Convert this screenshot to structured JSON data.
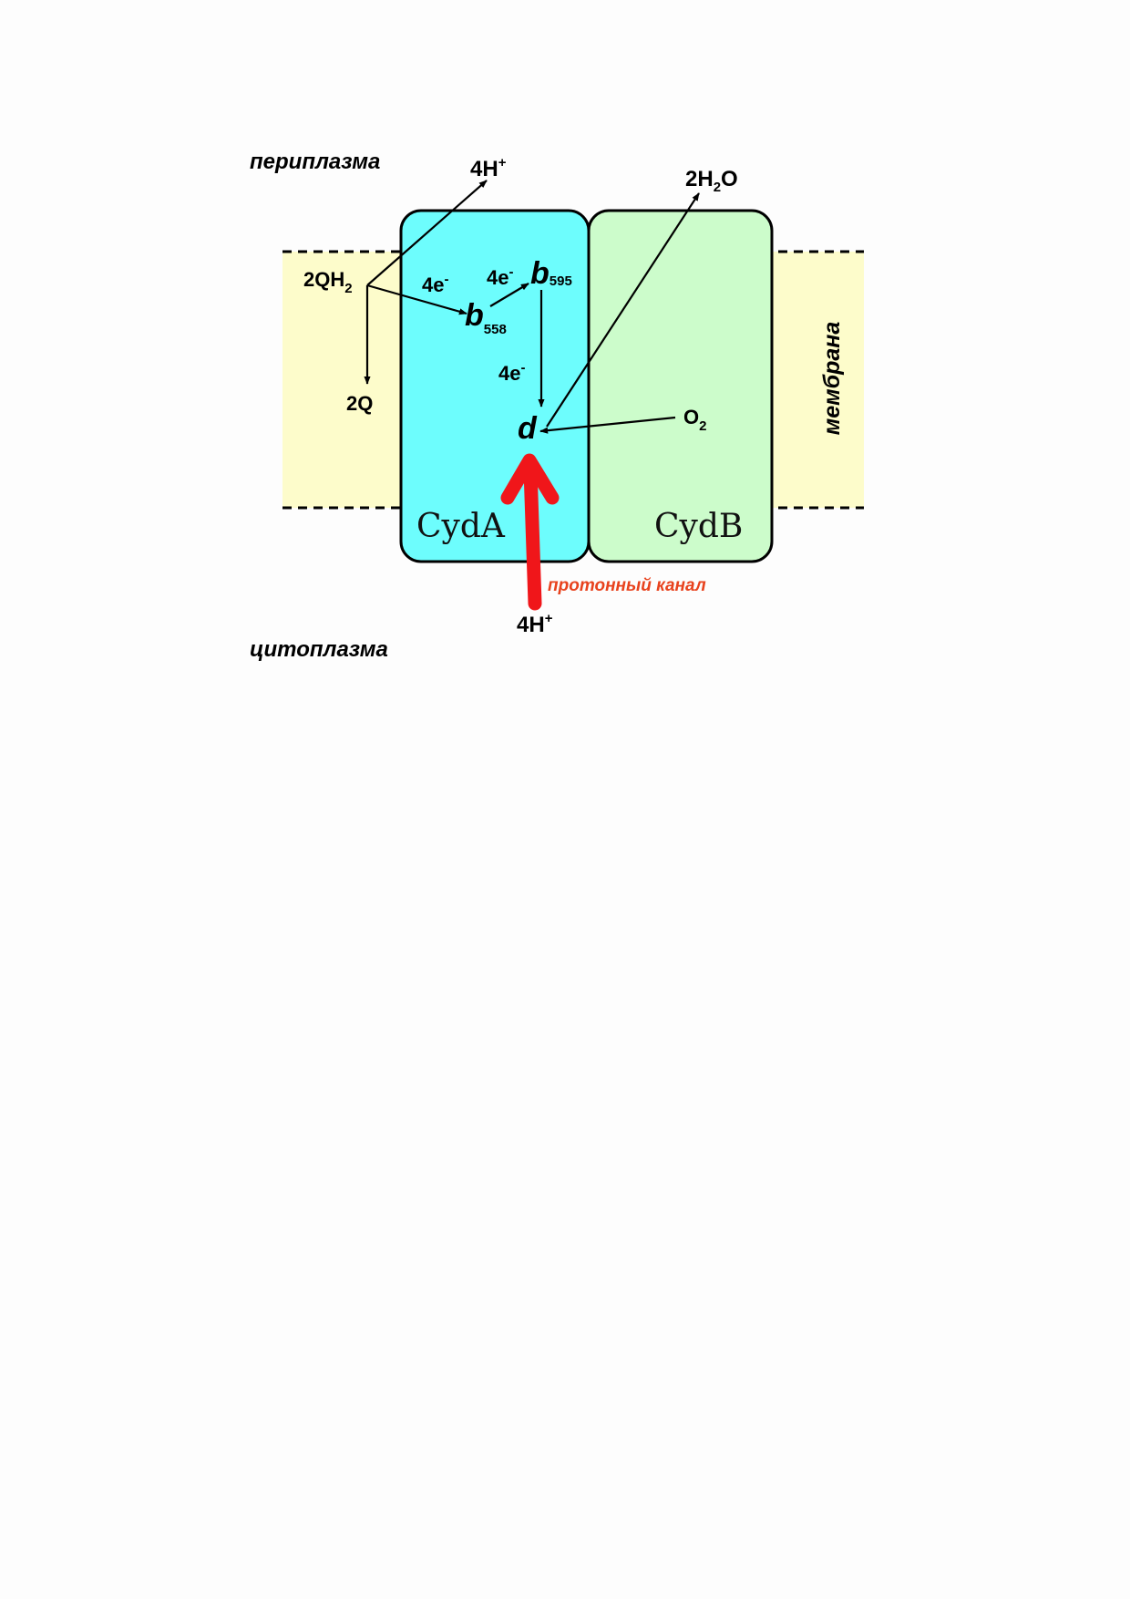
{
  "regions": {
    "periplasm": "периплазма",
    "cytoplasm": "цитоплазма",
    "membrane": "мембрана"
  },
  "subunits": {
    "cyda": "CydA",
    "cydb": "CydB"
  },
  "species": {
    "protons_out": "4H",
    "protons_out_sup": "+",
    "protons_in": "4H",
    "protons_in_sup": "+",
    "water_a": "2H",
    "water_sub": "2",
    "water_b": "O",
    "quinol": "2QH",
    "quinol_sub": "2",
    "quinone": "2Q",
    "oxygen": "O",
    "oxygen_sub": "2"
  },
  "electrons": {
    "e1": "4e",
    "e1_sup": "-",
    "e2": "4e",
    "e2_sup": "-",
    "e3": "4e",
    "e3_sup": "-"
  },
  "hemes": {
    "b558": "b",
    "b558_sub": "558",
    "b595": "b",
    "b595_sub": "595",
    "d": "d"
  },
  "proton_channel": "протонный канал",
  "colors": {
    "membrane": "#fdfccb",
    "cyda": "#6dfdfd",
    "cydb": "#ccfccb",
    "channel": "#f0161a",
    "channel_label": "#e8421d"
  }
}
